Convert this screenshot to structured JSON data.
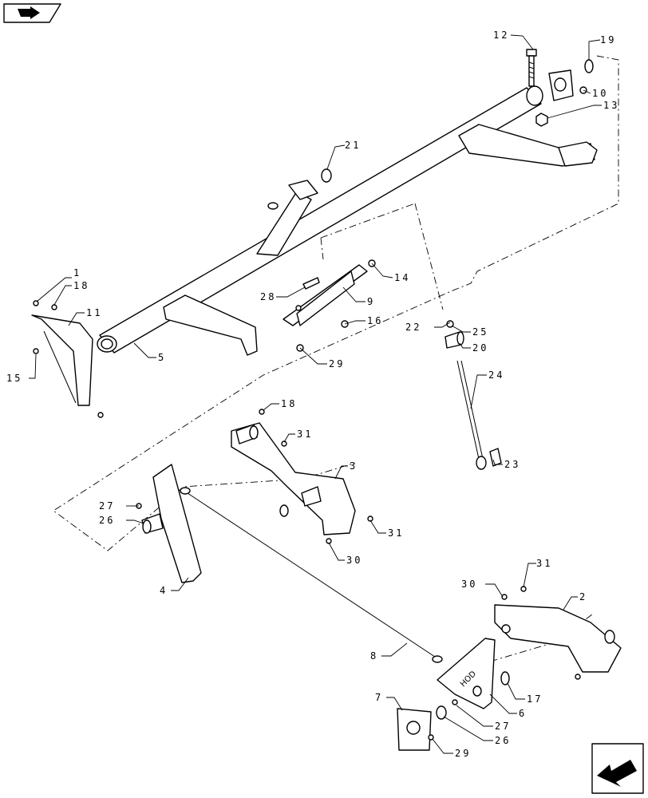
{
  "diagram": {
    "labels": [
      {
        "id": "c12",
        "text": "12"
      },
      {
        "id": "c19",
        "text": "19"
      },
      {
        "id": "c10",
        "text": "10"
      },
      {
        "id": "c13",
        "text": "13"
      },
      {
        "id": "c21",
        "text": "21"
      },
      {
        "id": "c14",
        "text": "14"
      },
      {
        "id": "c28",
        "text": "28"
      },
      {
        "id": "c9",
        "text": "9"
      },
      {
        "id": "c16",
        "text": "16"
      },
      {
        "id": "c29a",
        "text": "29"
      },
      {
        "id": "c1",
        "text": "1"
      },
      {
        "id": "c18a",
        "text": "18"
      },
      {
        "id": "c11",
        "text": "11"
      },
      {
        "id": "c15",
        "text": "15"
      },
      {
        "id": "c5",
        "text": "5"
      },
      {
        "id": "c22",
        "text": "22"
      },
      {
        "id": "c25",
        "text": "25"
      },
      {
        "id": "c20",
        "text": "20"
      },
      {
        "id": "c24",
        "text": "24"
      },
      {
        "id": "c23",
        "text": "23"
      },
      {
        "id": "c18b",
        "text": "18"
      },
      {
        "id": "c31a",
        "text": "31"
      },
      {
        "id": "c3",
        "text": "3"
      },
      {
        "id": "c27a",
        "text": "27"
      },
      {
        "id": "c26a",
        "text": "26"
      },
      {
        "id": "c31b",
        "text": "31"
      },
      {
        "id": "c30a",
        "text": "30"
      },
      {
        "id": "c4",
        "text": "4"
      },
      {
        "id": "c31c",
        "text": "31"
      },
      {
        "id": "c30b",
        "text": "30"
      },
      {
        "id": "c2",
        "text": "2"
      },
      {
        "id": "c8",
        "text": "8"
      },
      {
        "id": "c17",
        "text": "17"
      },
      {
        "id": "c7",
        "text": "7"
      },
      {
        "id": "c6",
        "text": "6"
      },
      {
        "id": "c27b",
        "text": "27"
      },
      {
        "id": "c26b",
        "text": "26"
      },
      {
        "id": "c29b",
        "text": "29"
      }
    ],
    "stamp_text": "HOD"
  }
}
